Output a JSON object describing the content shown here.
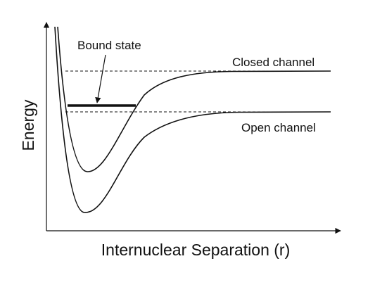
{
  "diagram": {
    "x_axis_label": "Internuclear Separation (r)",
    "y_axis_label": "Energy",
    "curves": {
      "closed_channel_label": "Closed channel",
      "open_channel_label": "Open channel"
    },
    "bound_state_label": "Bound state"
  },
  "colors": {
    "line": "#111111",
    "background": "#ffffff"
  }
}
